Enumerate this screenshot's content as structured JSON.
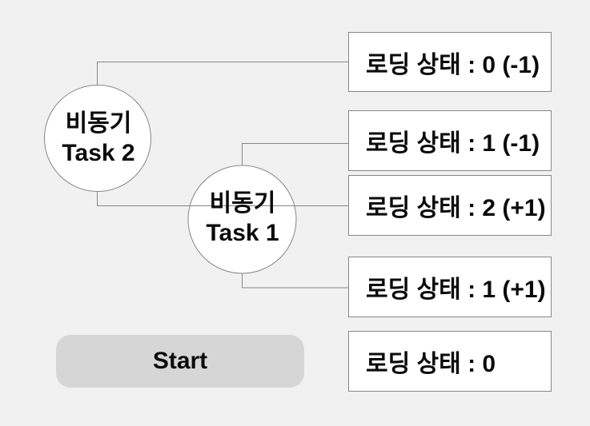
{
  "colors": {
    "background": "#f1f1f2",
    "box_background": "#ffffff",
    "line_and_border": "#868686",
    "button_background": "#d6d6d6",
    "text": "#0b0b0b"
  },
  "nodes": {
    "task2": {
      "line1": "비동기",
      "line2": "Task 2"
    },
    "task1": {
      "line1": "비동기",
      "line2": "Task 1"
    }
  },
  "loading_states": [
    {
      "label": "로딩 상태 : 0 (-1)"
    },
    {
      "label": "로딩 상태 : 1 (-1)"
    },
    {
      "label": "로딩 상태 : 2 (+1)"
    },
    {
      "label": "로딩 상태 : 1 (+1)"
    },
    {
      "label": "로딩 상태 : 0"
    }
  ],
  "button": {
    "label": "Start"
  }
}
